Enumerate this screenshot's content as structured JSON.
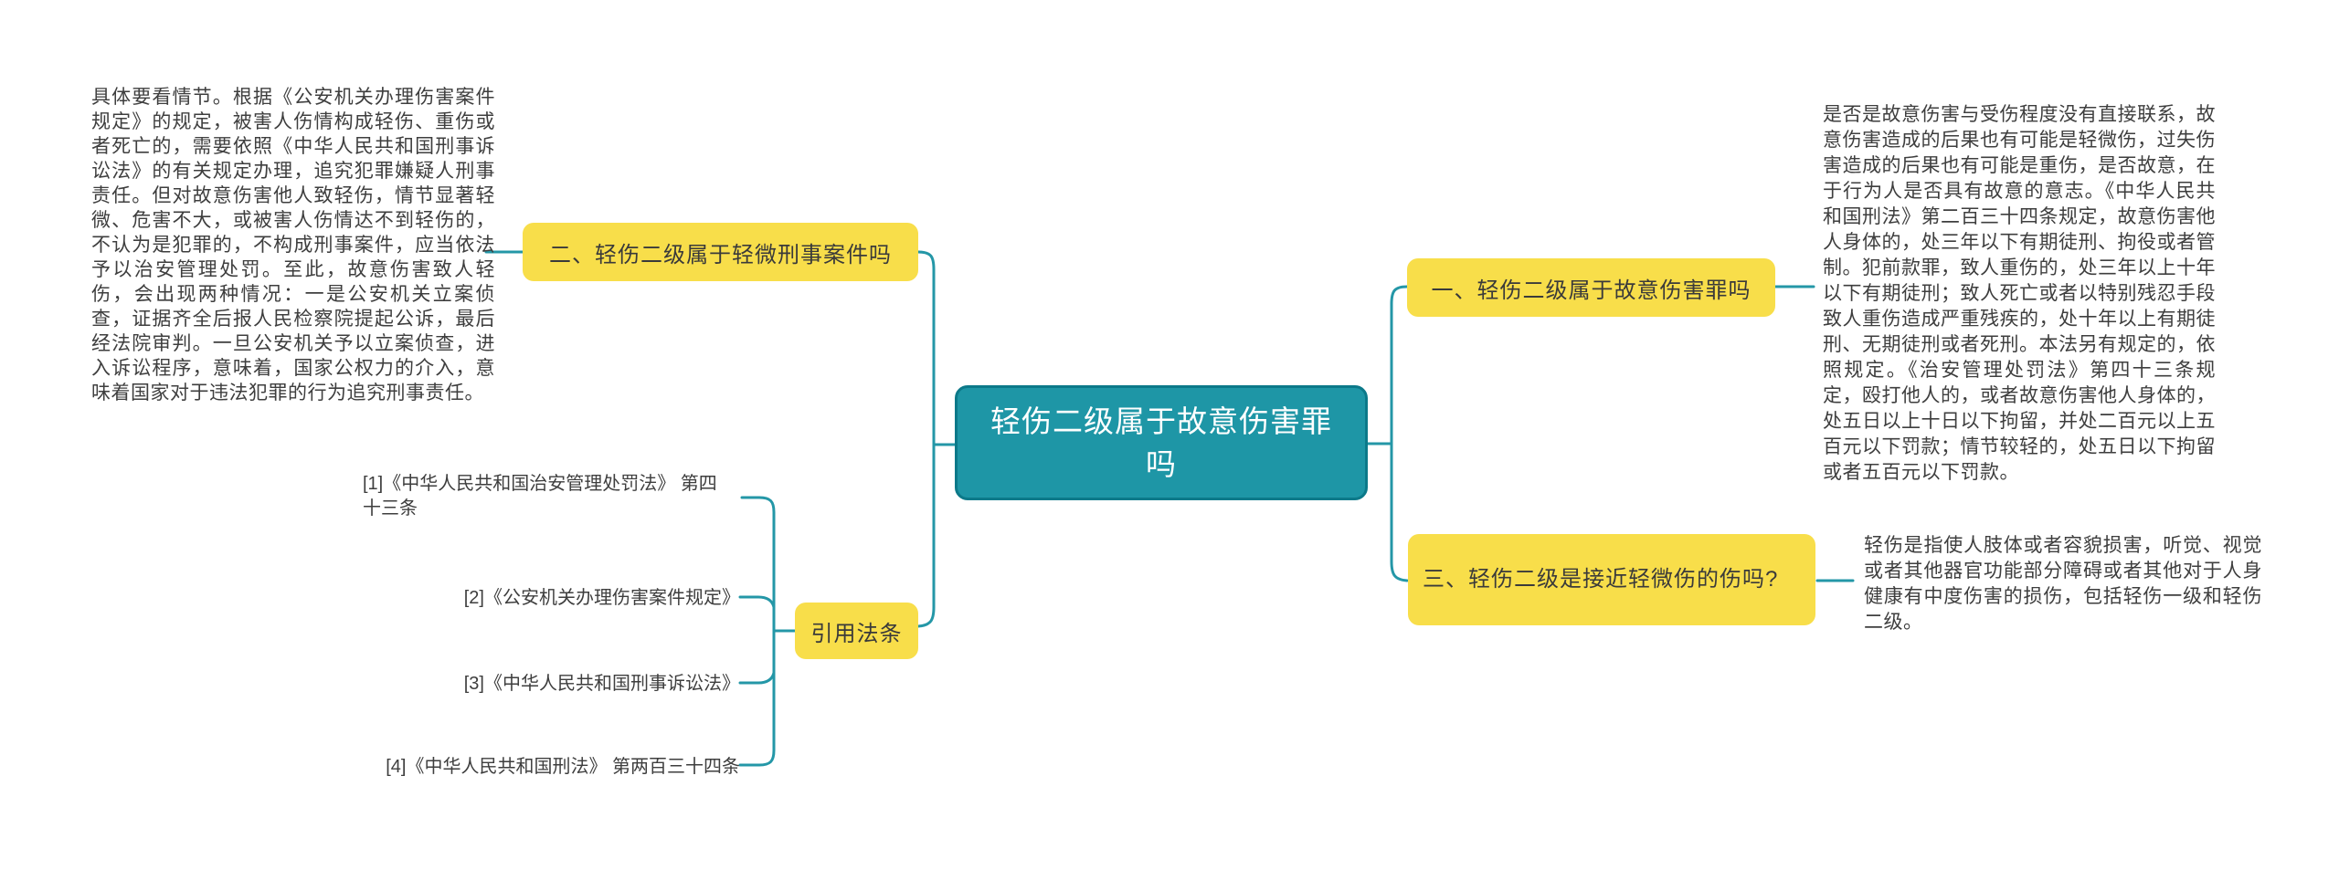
{
  "colors": {
    "background": "#ffffff",
    "connector_teal": "#2497a7",
    "root_fill": "#1e96a6",
    "root_border": "#0c7989",
    "root_text": "#ffffff",
    "branch_fill": "#f8de4a",
    "text_dark": "#3e3e3e"
  },
  "root": {
    "label": "轻伤二级属于故意伤害罪吗"
  },
  "branches": {
    "b1": {
      "label": "一、轻伤二级属于故意伤害罪吗",
      "note": "是否是故意伤害与受伤程度没有直接联系，故意伤害造成的后果也有可能是轻微伤，过失伤害造成的后果也有可能是重伤，是否故意，在于行为人是否具有故意的意志。《中华人民共和国刑法》第二百三十四条规定，故意伤害他人身体的，处三年以下有期徒刑、拘役或者管制。犯前款罪，致人重伤的，处三年以上十年以下有期徒刑；致人死亡或者以特别残忍手段致人重伤造成严重残疾的，处十年以上有期徒刑、无期徒刑或者死刑。本法另有规定的，依照规定。《治安管理处罚法》第四十三条规定，殴打他人的，或者故意伤害他人身体的，处五日以上十日以下拘留，并处二百元以上五百元以下罚款；情节较轻的，处五日以下拘留或者五百元以下罚款。"
    },
    "b2": {
      "label": "二、轻伤二级属于轻微刑事案件吗",
      "note": "具体要看情节。根据《公安机关办理伤害案件规定》的规定，被害人伤情构成轻伤、重伤或者死亡的，需要依照《中华人民共和国刑事诉讼法》的有关规定办理，追究犯罪嫌疑人刑事责任。但对故意伤害他人致轻伤，情节显著轻微、危害不大，或被害人伤情达不到轻伤的，不认为是犯罪的，不构成刑事案件，应当依法予以治安管理处罚。至此，故意伤害致人轻伤，会出现两种情况：一是公安机关立案侦查，证据齐全后报人民检察院提起公诉，最后经法院审判。一旦公安机关予以立案侦查，进入诉讼程序，意味着，国家公权力的介入，意味着国家对于违法犯罪的行为追究刑事责任。"
    },
    "b3": {
      "label": "三、轻伤二级是接近轻微伤的伤吗?",
      "note": "轻伤是指使人肢体或者容貌损害，听觉、视觉或者其他器官功能部分障碍或者其他对于人身健康有中度伤害的损伤，包括轻伤一级和轻伤二级。"
    },
    "citations": {
      "label": "引用法条",
      "items": [
        "[1]《中华人民共和国治安管理处罚法》 第四十三条",
        "[2]《公安机关办理伤害案件规定》",
        "[3]《中华人民共和国刑事诉讼法》",
        "[4]《中华人民共和国刑法》 第两百三十四条"
      ]
    }
  }
}
